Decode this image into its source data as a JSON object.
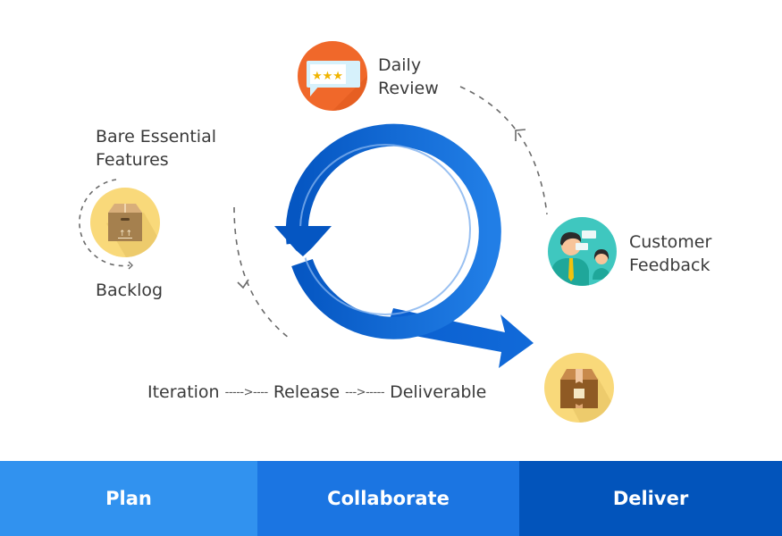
{
  "diagram": {
    "nodes": {
      "daily_review": {
        "line1": "Daily",
        "line2": "Review",
        "icon": "review-stars-speech-bubble-icon"
      },
      "bare_essential": {
        "line1": "Bare Essential",
        "line2": "Features"
      },
      "backlog": {
        "label": "Backlog",
        "icon": "cardboard-box-icon"
      },
      "customer_feedback": {
        "line1": "Customer",
        "line2": "Feedback",
        "icon": "people-chat-icon"
      },
      "deliverable_box": {
        "icon": "shipping-box-icon"
      }
    },
    "flow": {
      "items": [
        "Iteration",
        "Release",
        "Deliverable"
      ],
      "connector_1": "----->----",
      "connector_2": "--->-----"
    },
    "cycle_icon": "circular-arrow-icon",
    "colors": {
      "arrow_blue": "#0b63d0",
      "arrow_blue_light": "#1f7be3",
      "review_orange": "#f0682a",
      "box_yellow": "#f9d97a",
      "feedback_teal": "#3fc7bf"
    }
  },
  "phases": [
    {
      "label": "Plan",
      "color": "#3192ef"
    },
    {
      "label": "Collaborate",
      "color": "#1b75e2"
    },
    {
      "label": "Deliver",
      "color": "#0254bb"
    }
  ]
}
